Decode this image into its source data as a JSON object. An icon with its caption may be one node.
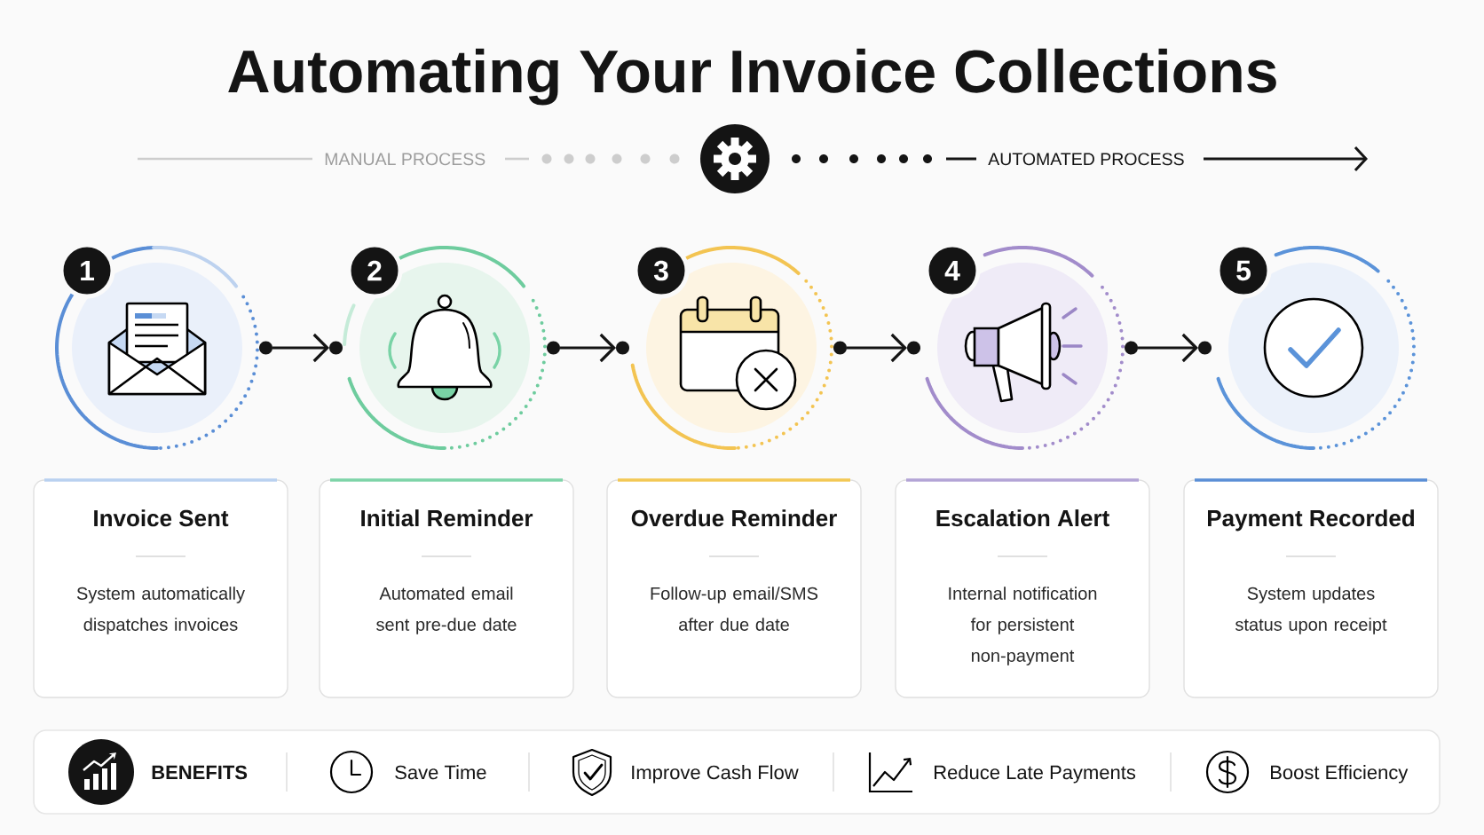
{
  "diagram": {
    "title": "Automating Your Invoice Collections",
    "nodes": [
      {
        "text": [
          "1"
        ]
      },
      {
        "text": [
          "2"
        ]
      },
      {
        "text": [
          "3"
        ]
      },
      {
        "text": [
          "4"
        ]
      },
      {
        "text": [
          "5"
        ]
      },
      {
        "text": [
          "Invoice Sent",
          "System automatically dispatches invoices"
        ]
      },
      {
        "text": [
          "Initial Reminder",
          "Automated email sent pre-due date"
        ]
      },
      {
        "text": [
          "Overdue Reminder",
          "Follow-up email/SMS after due date"
        ]
      },
      {
        "text": [
          "Escalation Alert",
          "Internal notification for persistent non-payment"
        ]
      },
      {
        "text": [
          "Payment Recorded",
          "System updates status upon receipt"
        ]
      },
      {
        "text": [
          "BENEFITS",
          "Save Time",
          "Improve Cash Flow",
          "Reduce Late Payments",
          "Boost Efficiency"
        ]
      }
    ],
    "edges": [
      {
        "from": 0,
        "to": 1,
        "arrow": "to"
      },
      {
        "from": 1,
        "to": 2,
        "arrow": "to"
      },
      {
        "from": 2,
        "to": 3,
        "arrow": "to"
      },
      {
        "from": 3,
        "to": 4,
        "arrow": "to"
      }
    ],
    "labels": [
      "MANUAL PROCESS",
      "AUTOMATED PROCESS"
    ]
  }
}
